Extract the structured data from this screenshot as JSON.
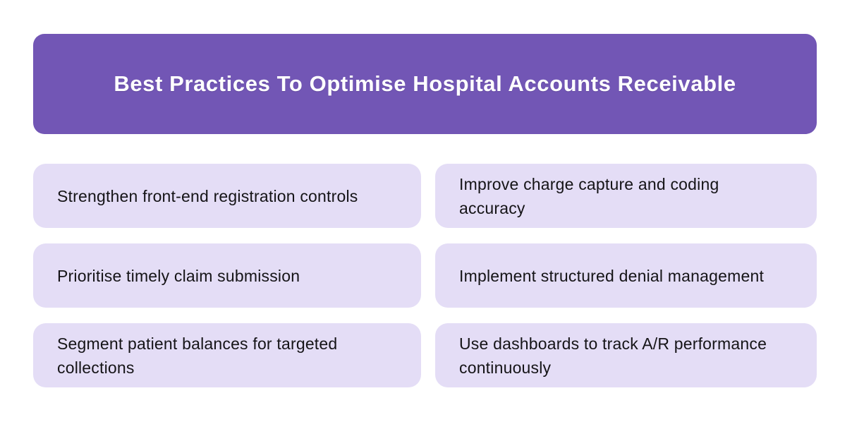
{
  "header": {
    "title": "Best Practices To Optimise Hospital Accounts Receivable",
    "background_color": "#7256B5",
    "text_color": "#FFFFFF"
  },
  "cards": [
    {
      "label": "Strengthen front-end registration controls"
    },
    {
      "label": "Improve charge capture and coding accuracy"
    },
    {
      "label": "Prioritise timely claim submission"
    },
    {
      "label": "Implement structured denial management"
    },
    {
      "label": "Segment patient balances for targeted collections"
    },
    {
      "label": "Use dashboards to track A/R performance continuously"
    }
  ],
  "card_style": {
    "background_color": "#E4DDF6",
    "text_color": "#151417"
  }
}
